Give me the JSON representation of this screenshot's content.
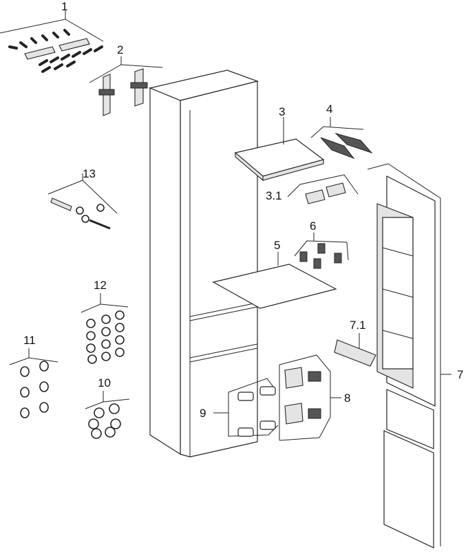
{
  "labels": {
    "p1": "1",
    "p2": "2",
    "p3": "3",
    "p31": "3.1",
    "p4": "4",
    "p5": "5",
    "p6": "6",
    "p7": "7",
    "p71": "7.1",
    "p8": "8",
    "p9": "9",
    "p10": "10",
    "p11": "11",
    "p12": "12",
    "p13": "13"
  }
}
